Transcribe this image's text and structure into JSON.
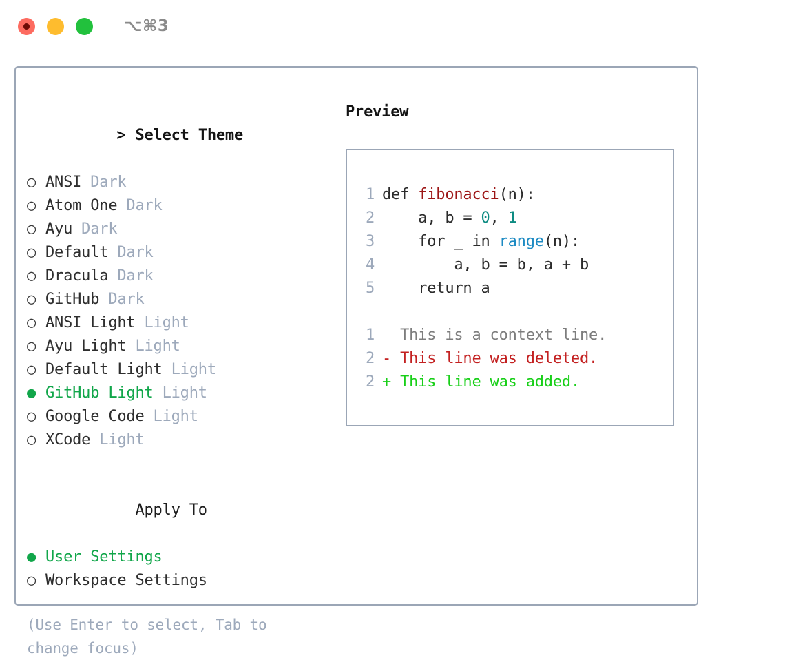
{
  "window": {
    "title": "⌥⌘3",
    "traffic_lights": [
      {
        "name": "close",
        "color": "#fd6b60"
      },
      {
        "name": "minimize",
        "color": "#febc2e"
      },
      {
        "name": "maximize",
        "color": "#22c13d"
      }
    ]
  },
  "theme_picker": {
    "heading": "Select Theme",
    "caret": ">",
    "selected_radio": "●",
    "unselected_radio": "○",
    "items": [
      {
        "label": "ANSI",
        "variant": "Dark",
        "selected": false
      },
      {
        "label": "Atom One",
        "variant": "Dark",
        "selected": false
      },
      {
        "label": "Ayu",
        "variant": "Dark",
        "selected": false
      },
      {
        "label": "Default",
        "variant": "Dark",
        "selected": false
      },
      {
        "label": "Dracula",
        "variant": "Dark",
        "selected": false
      },
      {
        "label": "GitHub",
        "variant": "Dark",
        "selected": false
      },
      {
        "label": "ANSI Light",
        "variant": "Light",
        "selected": false
      },
      {
        "label": "Ayu Light",
        "variant": "Light",
        "selected": false
      },
      {
        "label": "Default Light",
        "variant": "Light",
        "selected": false
      },
      {
        "label": "GitHub Light",
        "variant": "Light",
        "selected": true
      },
      {
        "label": "Google Code",
        "variant": "Light",
        "selected": false
      },
      {
        "label": "XCode",
        "variant": "Light",
        "selected": false
      }
    ]
  },
  "apply_to": {
    "heading": "Apply To",
    "items": [
      {
        "label": "User Settings",
        "selected": true
      },
      {
        "label": "Workspace Settings",
        "selected": false
      }
    ]
  },
  "hint": "(Use Enter to select, Tab to change focus)",
  "preview": {
    "title": "Preview",
    "code_lines": [
      {
        "n": "1",
        "segments": [
          {
            "text": "def ",
            "token": "plain"
          },
          {
            "text": "fibonacci",
            "token": "fn"
          },
          {
            "text": "(n):",
            "token": "plain"
          }
        ]
      },
      {
        "n": "2",
        "segments": [
          {
            "text": "    a, b = ",
            "token": "plain"
          },
          {
            "text": "0",
            "token": "num"
          },
          {
            "text": ", ",
            "token": "plain"
          },
          {
            "text": "1",
            "token": "num"
          }
        ]
      },
      {
        "n": "3",
        "segments": [
          {
            "text": "    for _ in ",
            "token": "plain"
          },
          {
            "text": "range",
            "token": "call"
          },
          {
            "text": "(n):",
            "token": "plain"
          }
        ]
      },
      {
        "n": "4",
        "segments": [
          {
            "text": "        a, b = b, a + b",
            "token": "plain"
          }
        ]
      },
      {
        "n": "5",
        "segments": [
          {
            "text": "    return a",
            "token": "plain"
          }
        ]
      }
    ],
    "diff_lines": [
      {
        "n": "1",
        "marker": " ",
        "text": "This is a context line.",
        "kind": "context"
      },
      {
        "n": "2",
        "marker": "-",
        "text": "This line was deleted.",
        "kind": "deleted"
      },
      {
        "n": "2",
        "marker": "+",
        "text": "This line was added.",
        "kind": "added"
      }
    ]
  },
  "colors": {
    "accent_green": "#11a64a",
    "diff_add": "#18cf18",
    "diff_del": "#c32121",
    "muted": "#9da9bb",
    "border": "#9ba6b6",
    "syntax_function": "#9c1515",
    "syntax_number": "#0d8b82",
    "syntax_call": "#1e8bc3"
  }
}
